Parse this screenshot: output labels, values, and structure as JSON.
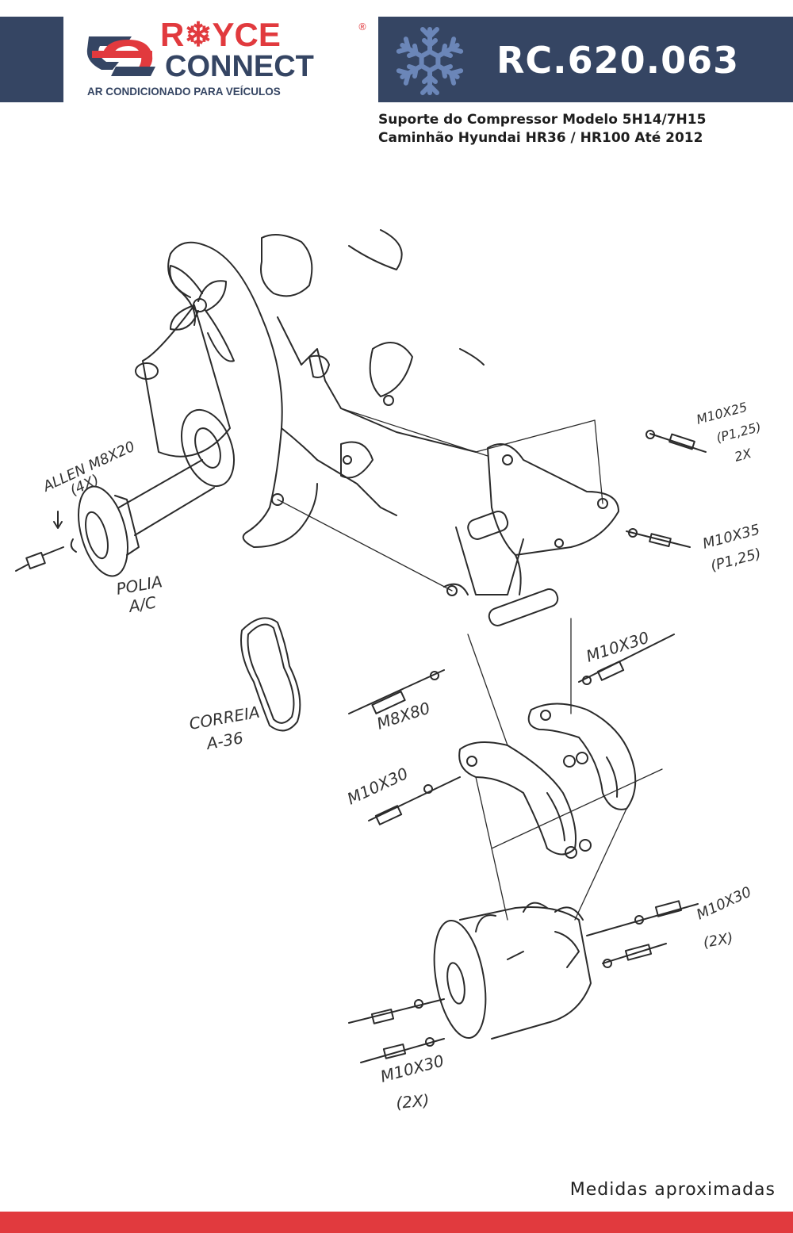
{
  "brand": {
    "name_top": "R❄YCE",
    "name_bottom": "CONNECT",
    "registered": "®",
    "tagline": "AR CONDICIONADO PARA VEÍCULOS",
    "colors": {
      "navy": "#354563",
      "red": "#e13a3e",
      "snow": "#6b86b8"
    }
  },
  "product": {
    "code": "RC.620.063",
    "line1": "Suporte do Compressor Modelo 5H14/7H15",
    "line2": "Caminhão Hyundai HR36 / HR100 Até 2012"
  },
  "diagram_labels": {
    "allen": "ALLEN M8X20",
    "allen_qty": "(4X)",
    "polia_1": "POLIA",
    "polia_2": "A/C",
    "correia_1": "CORREIA",
    "correia_2": "A-36",
    "m10x25": "M10X25",
    "m10x25_pitch": "(P1,25)",
    "m10x25_qty": "2X",
    "m10x35": "M10X35",
    "m10x35_pitch": "(P1,25)",
    "m10x30_a": "M10X30",
    "m8x80": "M8X80",
    "m10x30_b": "M10X30",
    "m10x30_c": "M10X30",
    "m10x30_c_qty": "(2X)",
    "m10x30_d": "M10X30",
    "m10x30_d_qty": "(2X)"
  },
  "footer": {
    "note": "Medidas aproximadas"
  },
  "icons": [
    "snowflake-icon",
    "royce-logo-icon"
  ]
}
